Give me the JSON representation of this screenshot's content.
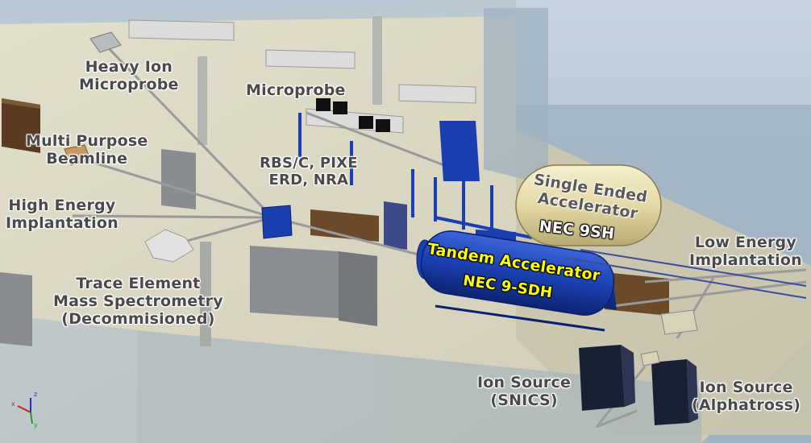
{
  "labels": {
    "heavy_ion": [
      "Heavy Ion",
      "Microprobe"
    ],
    "microprobe": "Microprobe",
    "multi_purpose": [
      "Multi Purpose",
      "Beamline"
    ],
    "high_energy": [
      "High Energy",
      "Implantation"
    ],
    "rbs": [
      "RBS/C, PIXE",
      "ERD, NRA"
    ],
    "trace_element": [
      "Trace Element",
      "Mass Spectrometry",
      "(Decommisioned)"
    ],
    "single_ended": [
      "Single Ended",
      "Accelerator"
    ],
    "nec_9sh": "NEC 9SH",
    "tandem": "Tandem Accelerator",
    "nec_9sdh": "NEC 9-SDH",
    "low_energy": [
      "Low Energy",
      "Implantation"
    ],
    "ion_source_snics": [
      "Ion Source",
      "(SNICS)"
    ],
    "ion_source_alphatross": [
      "Ion Source",
      "(Alphatross)"
    ]
  },
  "axis_triad": {
    "x": "x",
    "y": "y",
    "z": "z"
  },
  "colors": {
    "floor": "#d9d6c4",
    "wall_glass": "#a9bccb",
    "tandem_blue": "#1a3fb0",
    "single_ended_tan": "#e8dfb0",
    "label_gray": "#4a4a4a",
    "tandem_text": "#ffff00"
  }
}
